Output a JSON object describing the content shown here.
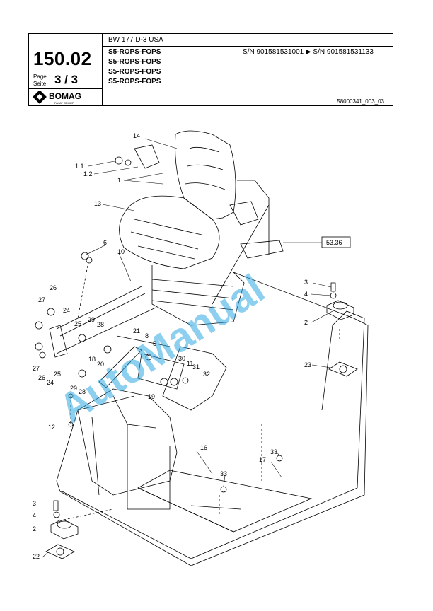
{
  "header": {
    "model": "BW 177 D-3 USA",
    "serial_range": "S/N 901581531001  ▶  S/N 901581531133",
    "page_number": "150.02",
    "page_label": "Page",
    "seite_label": "Seite",
    "page_value": "3 / 3",
    "titles": [
      "S5-ROPS-FOPS",
      "S5-ROPS-FOPS",
      "S5-ROPS-FOPS",
      "S5-ROPS-FOPS"
    ],
    "doc_number": "58000341_003_03",
    "logo_text": "BOMAG",
    "logo_sub": "FAYAT GROUP"
  },
  "watermark": "AutoManual",
  "diagram": {
    "reference_box": "53.36",
    "labels": [
      "14",
      "1.1",
      "1.2",
      "1",
      "13",
      "6",
      "10",
      "26",
      "27",
      "24",
      "25",
      "29",
      "28",
      "21",
      "8",
      "5",
      "3",
      "4",
      "2",
      "23",
      "30",
      "11",
      "31",
      "32",
      "18",
      "20",
      "19",
      "27",
      "26",
      "24",
      "25",
      "29",
      "28",
      "12",
      "16",
      "33",
      "17",
      "33",
      "3",
      "4",
      "2",
      "22"
    ]
  }
}
